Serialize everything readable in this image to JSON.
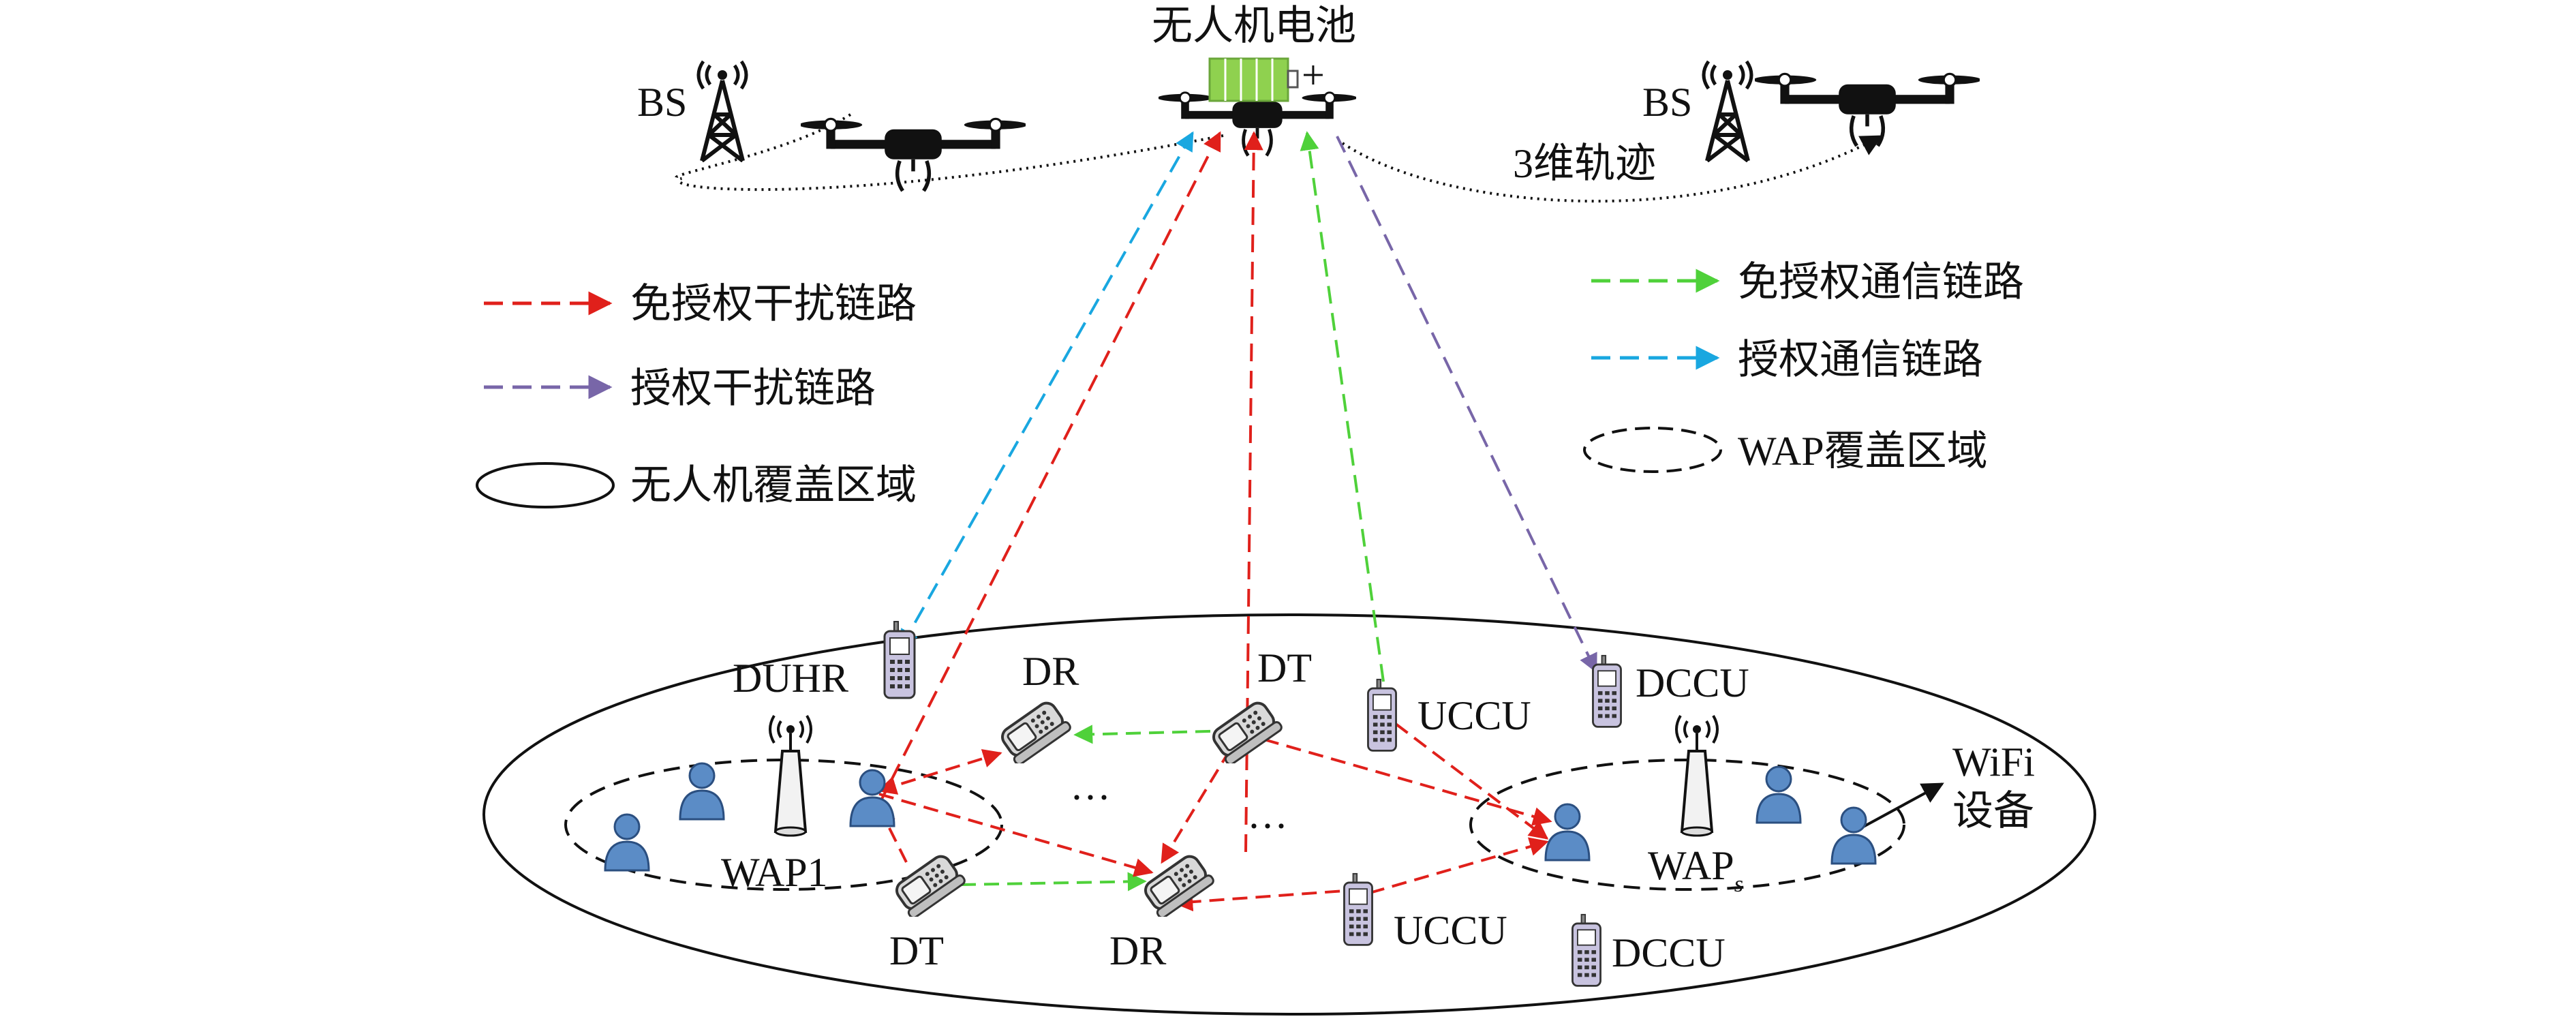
{
  "labels": {
    "battery_title": "无人机电池",
    "battery_plus": "+",
    "bs_left": "BS",
    "bs_right": "BS",
    "trajectory": "3维轨迹",
    "duhr": "DUHR",
    "dr_top": "DR",
    "dt_top": "DT",
    "uccu_top": "UCCU",
    "dccu_top": "DCCU",
    "wap1": "WAP1",
    "waps_main": "WAP",
    "waps_sub": "s",
    "dt_bottom": "DT",
    "dr_bottom": "DR",
    "uccu_bottom": "UCCU",
    "dccu_bottom": "DCCU",
    "wifi_line1": "WiFi",
    "wifi_line2": "设备",
    "ellipsis_1": "···",
    "ellipsis_2": "···"
  },
  "legend_left": [
    {
      "text": "免授权干扰链路",
      "style": "red-dashed-arrow"
    },
    {
      "text": "授权干扰链路",
      "style": "purple-dashed-arrow"
    },
    {
      "text": "无人机覆盖区域",
      "style": "solid-ellipse"
    }
  ],
  "legend_right": [
    {
      "text": "免授权通信链路",
      "style": "green-dashed-arrow"
    },
    {
      "text": "授权通信链路",
      "style": "blue-dashed-arrow"
    },
    {
      "text": "WAP覆盖区域",
      "style": "dashed-ellipse"
    }
  ],
  "colors": {
    "red": "#e0201b",
    "green": "#4fd13a",
    "blue": "#19a7e0",
    "purple": "#7866a8",
    "battery": "#8fd14f",
    "user": "#5b8cc6",
    "black": "#111111"
  },
  "icons": [
    "drone-icon",
    "tower-icon",
    "battery-icon",
    "user-icon",
    "phone-icon",
    "handset-icon",
    "wap-icon"
  ]
}
